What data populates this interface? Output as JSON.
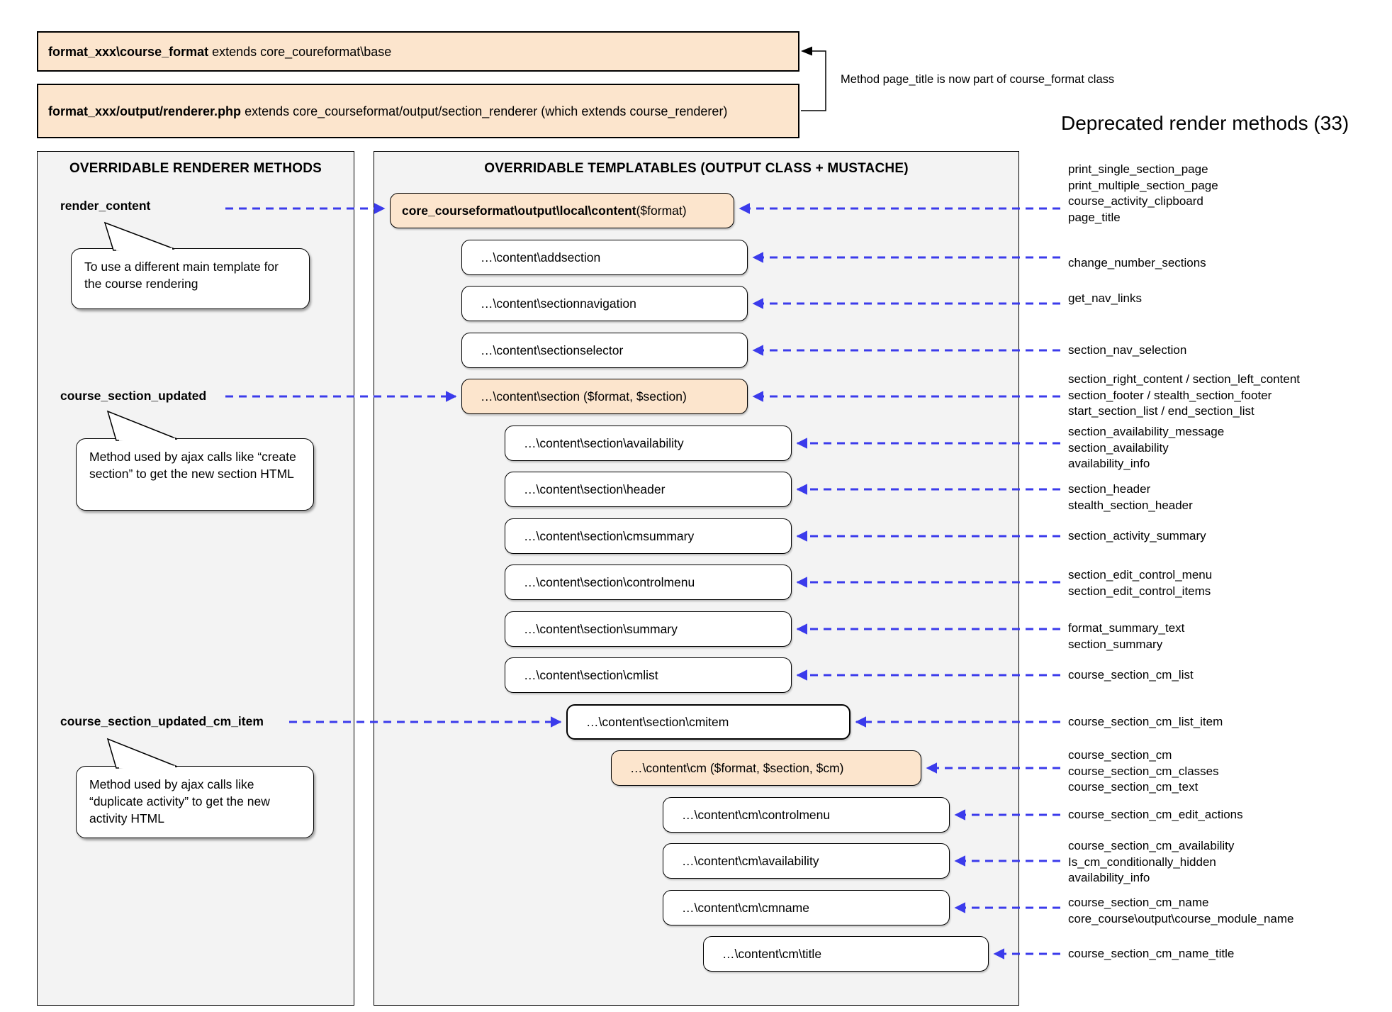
{
  "top": {
    "box1": {
      "bold": "format_xxx\\course_format",
      "rest": " extends core_coureformat\\base"
    },
    "box2": {
      "bold": "format_xxx/output/renderer.php",
      "rest": " extends core_courseformat/output/section_renderer (which extends course_renderer)"
    },
    "bracket_note": "Method page_title is now part of course_format class",
    "deprecated_title": "Deprecated render methods (33)"
  },
  "left_panel": {
    "title": "OVERRIDABLE RENDERER METHODS",
    "methods": [
      {
        "label": "render_content",
        "note": "To use a different main template for the course rendering"
      },
      {
        "label": "course_section_updated",
        "note": "Method used by ajax calls like “create section” to get the new section HTML"
      },
      {
        "label": "course_section_updated_cm_item",
        "note": "Method used by ajax calls like “duplicate activity” to get the new activity HTML"
      }
    ]
  },
  "middle_panel": {
    "title": "OVERRIDABLE TEMPLATABLES (OUTPUT CLASS + MUSTACHE)",
    "boxes": [
      {
        "bold": "core_courseformat\\output\\local\\content",
        "rest": " ($format)",
        "highlight": true
      },
      {
        "label": "…\\content\\addsection"
      },
      {
        "label": "…\\content\\sectionnavigation"
      },
      {
        "label": "…\\content\\sectionselector"
      },
      {
        "label": "…\\content\\section ($format, $section)",
        "highlight": true
      },
      {
        "label": "…\\content\\section\\availability"
      },
      {
        "label": "…\\content\\section\\header"
      },
      {
        "label": "…\\content\\section\\cmsummary"
      },
      {
        "label": "…\\content\\section\\controlmenu"
      },
      {
        "label": "…\\content\\section\\summary"
      },
      {
        "label": "…\\content\\section\\cmlist"
      },
      {
        "label": "…\\content\\section\\cmitem",
        "emphasis": true
      },
      {
        "label": "…\\content\\cm ($format, $section, $cm)",
        "highlight": true
      },
      {
        "label": "…\\content\\cm\\controlmenu"
      },
      {
        "label": "…\\content\\cm\\availability"
      },
      {
        "label": "…\\content\\cm\\cmname"
      },
      {
        "label": "…\\content\\cm\\title"
      }
    ]
  },
  "right_list": {
    "groups": [
      {
        "lines": [
          "print_single_section_page",
          "print_multiple_section_page",
          "course_activity_clipboard",
          "page_title"
        ]
      },
      {
        "lines": [
          "change_number_sections"
        ]
      },
      {
        "lines": [
          "get_nav_links"
        ]
      },
      {
        "lines": [
          "section_nav_selection"
        ]
      },
      {
        "lines": [
          "section_right_content / section_left_content",
          "section_footer / stealth_section_footer",
          "start_section_list / end_section_list"
        ]
      },
      {
        "lines": [
          "section_availability_message",
          "section_availability",
          "availability_info"
        ]
      },
      {
        "lines": [
          "section_header",
          "stealth_section_header"
        ]
      },
      {
        "lines": [
          "section_activity_summary"
        ]
      },
      {
        "lines": [
          "section_edit_control_menu",
          "section_edit_control_items"
        ]
      },
      {
        "lines": [
          "format_summary_text",
          "section_summary"
        ]
      },
      {
        "lines": [
          "course_section_cm_list"
        ]
      },
      {
        "lines": [
          "course_section_cm_list_item"
        ]
      },
      {
        "lines": [
          "course_section_cm",
          "course_section_cm_classes",
          "course_section_cm_text"
        ]
      },
      {
        "lines": [
          "course_section_cm_edit_actions"
        ]
      },
      {
        "lines": [
          "course_section_cm_availability",
          "Is_cm_conditionally_hidden",
          "availability_info"
        ]
      },
      {
        "lines": [
          "course_section_cm_name",
          "core_course\\output\\course_module_name"
        ]
      },
      {
        "lines": [
          "course_section_cm_name_title"
        ]
      }
    ]
  },
  "colors": {
    "accent_blue": "#3b3beb",
    "highlight_orange": "#fce5cd",
    "panel_gray": "#f3f3f3"
  }
}
